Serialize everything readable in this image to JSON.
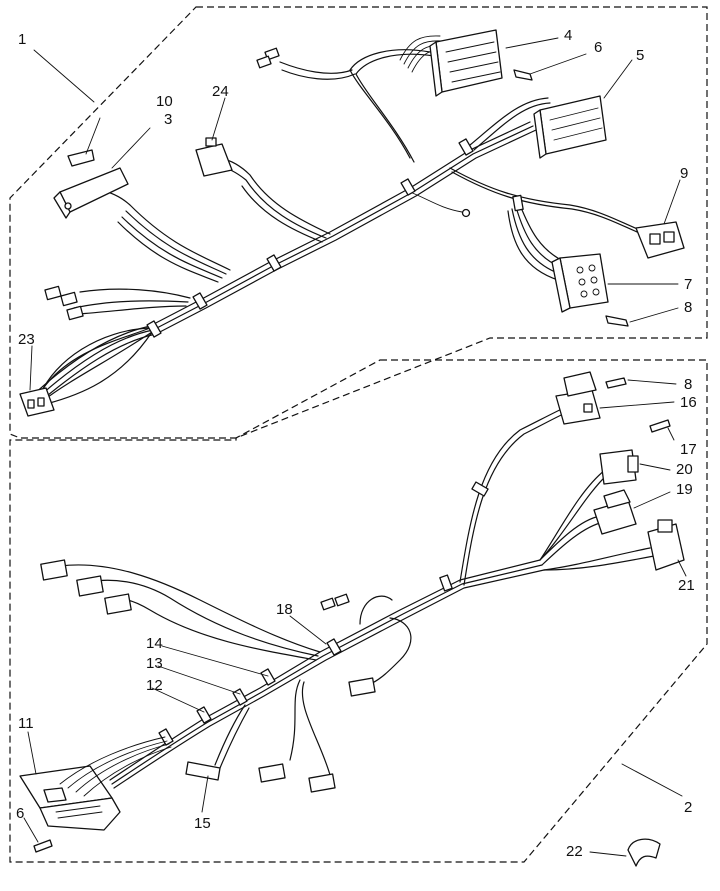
{
  "labels": [
    {
      "id": "lbl-1",
      "text": "1"
    },
    {
      "id": "lbl-2",
      "text": "2"
    },
    {
      "id": "lbl-3",
      "text": "3"
    },
    {
      "id": "lbl-4",
      "text": "4"
    },
    {
      "id": "lbl-5",
      "text": "5"
    },
    {
      "id": "lbl-6a",
      "text": "6"
    },
    {
      "id": "lbl-6b",
      "text": "6"
    },
    {
      "id": "lbl-7",
      "text": "7"
    },
    {
      "id": "lbl-8a",
      "text": "8"
    },
    {
      "id": "lbl-8b",
      "text": "8"
    },
    {
      "id": "lbl-9",
      "text": "9"
    },
    {
      "id": "lbl-10",
      "text": "10"
    },
    {
      "id": "lbl-11",
      "text": "11"
    },
    {
      "id": "lbl-12",
      "text": "12"
    },
    {
      "id": "lbl-13",
      "text": "13"
    },
    {
      "id": "lbl-14",
      "text": "14"
    },
    {
      "id": "lbl-15",
      "text": "15"
    },
    {
      "id": "lbl-16",
      "text": "16"
    },
    {
      "id": "lbl-17",
      "text": "17"
    },
    {
      "id": "lbl-18",
      "text": "18"
    },
    {
      "id": "lbl-19",
      "text": "19"
    },
    {
      "id": "lbl-20",
      "text": "20"
    },
    {
      "id": "lbl-21",
      "text": "21"
    },
    {
      "id": "lbl-22",
      "text": "22"
    },
    {
      "id": "lbl-23",
      "text": "23"
    },
    {
      "id": "lbl-24",
      "text": "24"
    }
  ]
}
